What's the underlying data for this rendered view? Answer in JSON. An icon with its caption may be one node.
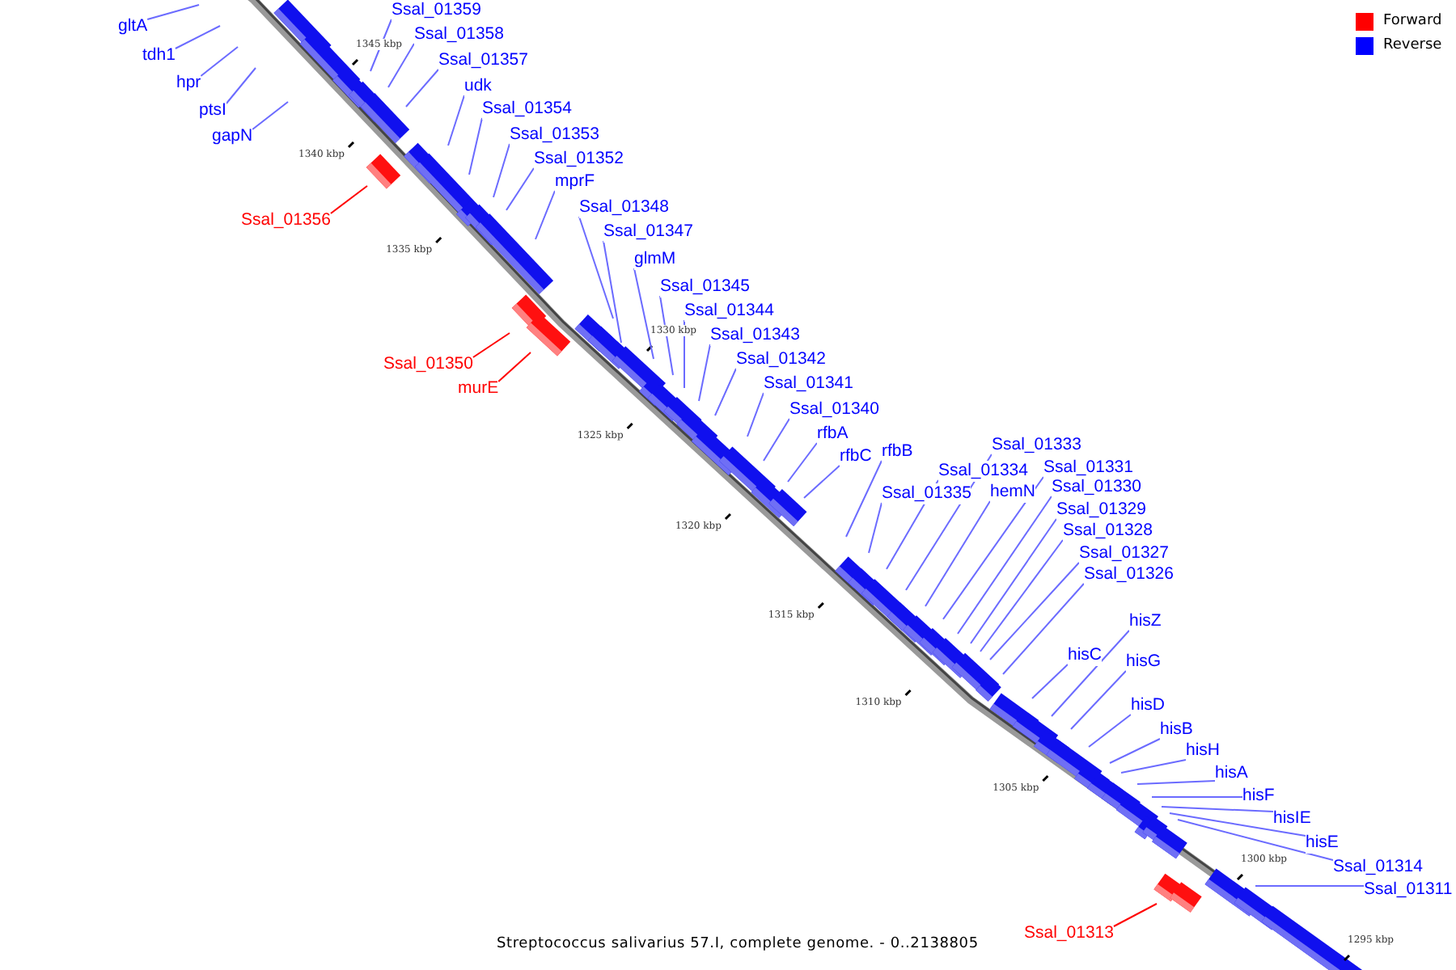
{
  "diagram": {
    "caption": "Streptococcus salivarius 57.I, complete genome. - 0..2138805",
    "nodes": [
      {
        "text": [
          "gltA"
        ]
      },
      {
        "text": [
          "tdh1"
        ]
      },
      {
        "text": [
          "hpr"
        ]
      },
      {
        "text": [
          "ptsI"
        ]
      },
      {
        "text": [
          "gapN"
        ]
      },
      {
        "text": [
          "Ssal_01359"
        ]
      },
      {
        "text": [
          "Ssal_01358"
        ]
      },
      {
        "text": [
          "Ssal_01357"
        ]
      },
      {
        "text": [
          "udk"
        ]
      },
      {
        "text": [
          "Ssal_01354"
        ]
      },
      {
        "text": [
          "Ssal_01353"
        ]
      },
      {
        "text": [
          "Ssal_01352"
        ]
      },
      {
        "text": [
          "mprF"
        ]
      },
      {
        "text": [
          "Ssal_01356"
        ]
      },
      {
        "text": [
          "Ssal_01348"
        ]
      },
      {
        "text": [
          "Ssal_01347"
        ]
      },
      {
        "text": [
          "glmM"
        ]
      },
      {
        "text": [
          "Ssal_01345"
        ]
      },
      {
        "text": [
          "Ssal_01344"
        ]
      },
      {
        "text": [
          "Ssal_01343"
        ]
      },
      {
        "text": [
          "Ssal_01342"
        ]
      },
      {
        "text": [
          "Ssal_01341"
        ]
      },
      {
        "text": [
          "Ssal_01340"
        ]
      },
      {
        "text": [
          "rfbA"
        ]
      },
      {
        "text": [
          "rfbC"
        ]
      },
      {
        "text": [
          "rfbB"
        ]
      },
      {
        "text": [
          "Ssal_01350"
        ]
      },
      {
        "text": [
          "murE"
        ]
      },
      {
        "text": [
          "Ssal_01333"
        ]
      },
      {
        "text": [
          "Ssal_01334"
        ]
      },
      {
        "text": [
          "Ssal_01331"
        ]
      },
      {
        "text": [
          "Ssal_01335"
        ]
      },
      {
        "text": [
          "hemN"
        ]
      },
      {
        "text": [
          "Ssal_01330"
        ]
      },
      {
        "text": [
          "Ssal_01329"
        ]
      },
      {
        "text": [
          "Ssal_01328"
        ]
      },
      {
        "text": [
          "Ssal_01327"
        ]
      },
      {
        "text": [
          "Ssal_01326"
        ]
      },
      {
        "text": [
          "hisZ"
        ]
      },
      {
        "text": [
          "hisC"
        ]
      },
      {
        "text": [
          "hisG"
        ]
      },
      {
        "text": [
          "hisD"
        ]
      },
      {
        "text": [
          "hisB"
        ]
      },
      {
        "text": [
          "hisH"
        ]
      },
      {
        "text": [
          "hisA"
        ]
      },
      {
        "text": [
          "hisF"
        ]
      },
      {
        "text": [
          "hisIE"
        ]
      },
      {
        "text": [
          "hisE"
        ]
      },
      {
        "text": [
          "Ssal_01314"
        ]
      },
      {
        "text": [
          "Ssal_01311"
        ]
      },
      {
        "text": [
          "Ssal_01313"
        ]
      }
    ],
    "edges": [
      {
        "from": 0,
        "to": null,
        "arrow": "none"
      },
      {
        "from": 1,
        "to": null,
        "arrow": "none"
      },
      {
        "from": 2,
        "to": null,
        "arrow": "none"
      },
      {
        "from": 3,
        "to": null,
        "arrow": "none"
      },
      {
        "from": 4,
        "to": null,
        "arrow": "none"
      },
      {
        "from": 5,
        "to": null,
        "arrow": "none"
      },
      {
        "from": 6,
        "to": null,
        "arrow": "none"
      },
      {
        "from": 7,
        "to": null,
        "arrow": "none"
      },
      {
        "from": 8,
        "to": null,
        "arrow": "none"
      },
      {
        "from": 9,
        "to": null,
        "arrow": "none"
      },
      {
        "from": 10,
        "to": null,
        "arrow": "none"
      },
      {
        "from": 11,
        "to": null,
        "arrow": "none"
      },
      {
        "from": 12,
        "to": null,
        "arrow": "none"
      },
      {
        "from": 13,
        "to": null,
        "arrow": "none",
        "color": "#ff0000"
      },
      {
        "from": 14,
        "to": null,
        "arrow": "none"
      },
      {
        "from": 15,
        "to": null,
        "arrow": "none"
      },
      {
        "from": 16,
        "to": null,
        "arrow": "none"
      },
      {
        "from": 17,
        "to": null,
        "arrow": "none"
      },
      {
        "from": 18,
        "to": null,
        "arrow": "none"
      },
      {
        "from": 19,
        "to": null,
        "arrow": "none"
      },
      {
        "from": 20,
        "to": null,
        "arrow": "none"
      },
      {
        "from": 21,
        "to": null,
        "arrow": "none"
      },
      {
        "from": 22,
        "to": null,
        "arrow": "none"
      },
      {
        "from": 23,
        "to": null,
        "arrow": "none"
      },
      {
        "from": 24,
        "to": null,
        "arrow": "none"
      },
      {
        "from": 25,
        "to": null,
        "arrow": "none"
      },
      {
        "from": 26,
        "to": null,
        "arrow": "none",
        "color": "#ff0000"
      },
      {
        "from": 27,
        "to": null,
        "arrow": "none",
        "color": "#ff0000"
      },
      {
        "from": 28,
        "to": null,
        "arrow": "none"
      },
      {
        "from": 29,
        "to": null,
        "arrow": "none"
      },
      {
        "from": 30,
        "to": null,
        "arrow": "none"
      },
      {
        "from": 31,
        "to": null,
        "arrow": "none"
      },
      {
        "from": 32,
        "to": null,
        "arrow": "none"
      },
      {
        "from": 33,
        "to": null,
        "arrow": "none"
      },
      {
        "from": 34,
        "to": null,
        "arrow": "none"
      },
      {
        "from": 35,
        "to": null,
        "arrow": "none"
      },
      {
        "from": 36,
        "to": null,
        "arrow": "none"
      },
      {
        "from": 37,
        "to": null,
        "arrow": "none"
      },
      {
        "from": 38,
        "to": null,
        "arrow": "none"
      },
      {
        "from": 39,
        "to": null,
        "arrow": "none"
      },
      {
        "from": 40,
        "to": null,
        "arrow": "none"
      },
      {
        "from": 41,
        "to": null,
        "arrow": "none"
      },
      {
        "from": 42,
        "to": null,
        "arrow": "none"
      },
      {
        "from": 43,
        "to": null,
        "arrow": "none"
      },
      {
        "from": 44,
        "to": null,
        "arrow": "none"
      },
      {
        "from": 45,
        "to": null,
        "arrow": "none"
      },
      {
        "from": 46,
        "to": null,
        "arrow": "none"
      },
      {
        "from": 47,
        "to": null,
        "arrow": "none"
      },
      {
        "from": 48,
        "to": null,
        "arrow": "none"
      },
      {
        "from": 49,
        "to": null,
        "arrow": "none"
      },
      {
        "from": 50,
        "to": null,
        "arrow": "none",
        "color": "#ff0000"
      }
    ],
    "labels": [
      "1345 kbp",
      "1340 kbp",
      "1335 kbp",
      "1330 kbp",
      "1325 kbp",
      "1320 kbp",
      "1315 kbp",
      "1310 kbp",
      "1305 kbp",
      "1300 kbp",
      "1295 kbp"
    ],
    "legend": [
      {
        "text": "Forward",
        "color": "#ff0000"
      },
      {
        "text": "Reverse",
        "color": "#0000ff"
      }
    ]
  }
}
